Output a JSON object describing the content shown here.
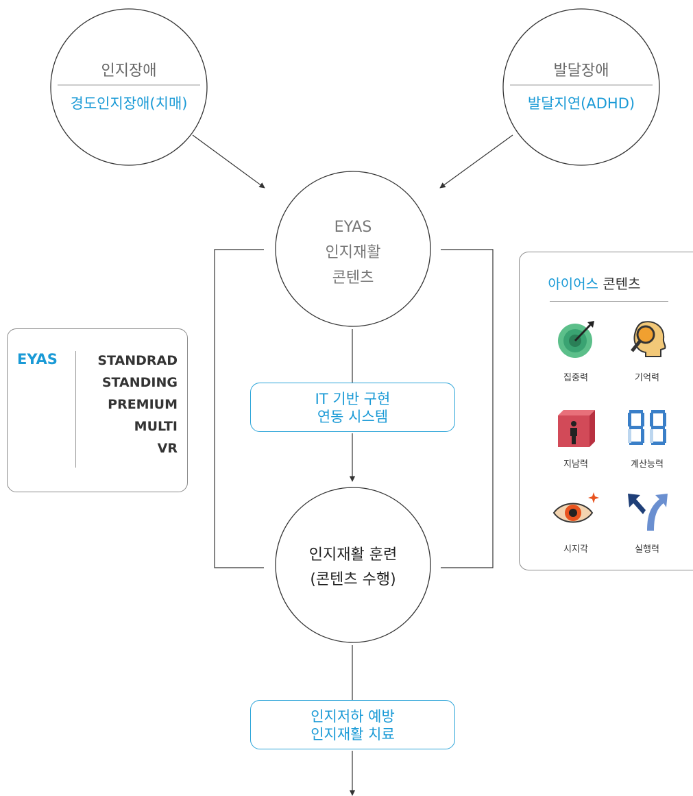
{
  "colors": {
    "accent": "#1a9ad6",
    "line": "#333333",
    "muted": "#777777",
    "card_border": "#8a8a8a"
  },
  "circles": {
    "cognitive": {
      "title": "인지장애",
      "subtitle": "경도인지장애(치매)"
    },
    "developmental": {
      "title": "발달장애",
      "subtitle": "발달지연(ADHD)"
    },
    "eyas": {
      "line1": "EYAS",
      "line2": "인지재활",
      "line3": "콘텐츠"
    },
    "training": {
      "line1": "인지재활 훈련",
      "line2": "(콘텐츠 수행)"
    }
  },
  "boxes": {
    "it_system": {
      "line1": "IT 기반 구현",
      "line2": "연동 시스템"
    },
    "outcome": {
      "line1": "인지저하 예방",
      "line2": "인지재활 치료"
    }
  },
  "eyas_models": {
    "brand": "EYAS",
    "models": [
      "STANDRAD",
      "STANDING",
      "PREMIUM",
      "MULTI",
      "VR"
    ]
  },
  "contents_panel": {
    "title_accent": "아이어스",
    "title_rest": " 콘텐츠",
    "items": [
      {
        "label": "집중력",
        "icon": "target-icon"
      },
      {
        "label": "기억력",
        "icon": "magnifier-head-icon"
      },
      {
        "label": "지남력",
        "icon": "cube-person-icon"
      },
      {
        "label": "계산능력",
        "icon": "digital-number-icon"
      },
      {
        "label": "시지각",
        "icon": "eye-icon"
      },
      {
        "label": "실행력",
        "icon": "branch-arrows-icon"
      }
    ]
  }
}
